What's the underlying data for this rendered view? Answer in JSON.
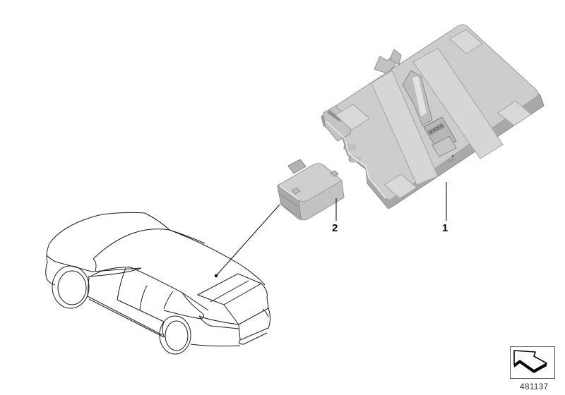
{
  "diagram": {
    "type": "exploded parts diagram",
    "diagram_id": "481137",
    "callouts": [
      {
        "number": "1",
        "part": "control-module"
      },
      {
        "number": "2",
        "part": "small-module"
      }
    ],
    "colors": {
      "part_fill": "#c9c9c9",
      "part_light": "#d8d8d8",
      "part_shadow": "#9c9c9c",
      "line": "#000000",
      "background": "#ffffff"
    },
    "labels": {
      "callout_1": "1",
      "callout_2": "2",
      "id": "481137"
    },
    "icons": {
      "nav": "return-arrow-icon"
    }
  }
}
